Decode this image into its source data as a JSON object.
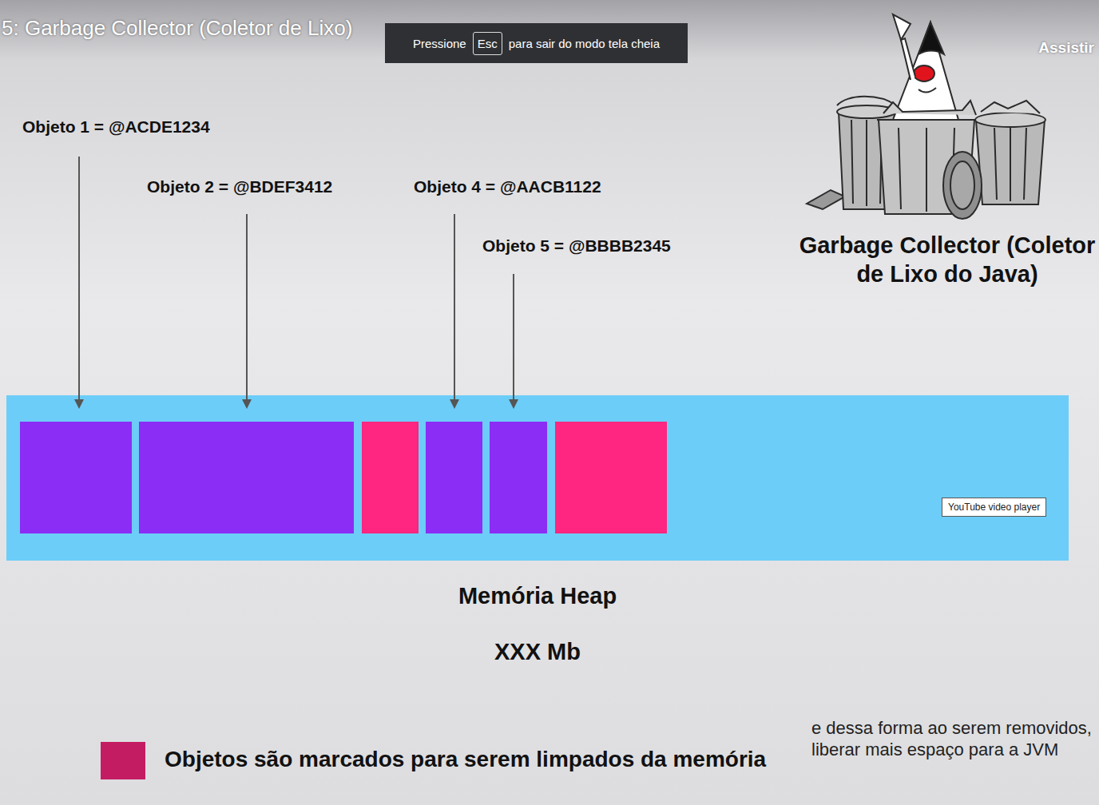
{
  "diagram": {
    "title": "5: Garbage Collector (Coletor de Lixo)",
    "nodes": [
      {
        "text": [
          "Pressione",
          "para sair do modo tela cheia"
        ]
      },
      {
        "text": [
          "Esc"
        ],
        "in": 0
      },
      {
        "text": [
          "Memória Heap",
          "XXX Mb"
        ]
      },
      {
        "text": [
          "YouTube video player"
        ],
        "in": 2
      }
    ],
    "labels": [
      "Assistir",
      "Objeto 1 = @ACDE1234",
      "Objeto 2 = @BDEF3412",
      "Objeto 4 = @AACB1122",
      "Objeto 5 = @BBBB2345",
      "Garbage Collector (Coletor de Lixo do Java)",
      "e dessa forma ao serem removidos, liberar mais espaço para a JVM"
    ],
    "legend": [
      {
        "text": "Objetos são marcados para serem limpados da memória",
        "color": "#c41c62"
      }
    ]
  }
}
